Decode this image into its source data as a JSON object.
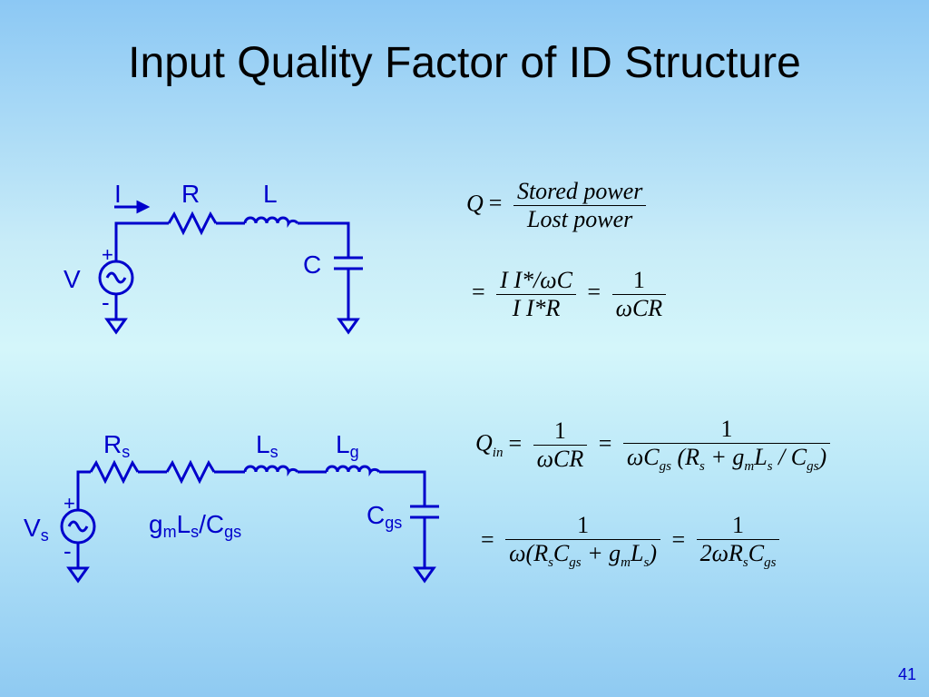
{
  "slide": {
    "title": "Input Quality Factor of ID Structure",
    "page_number": "41"
  },
  "circuit1": {
    "current_label": "I",
    "resistor_label": "R",
    "inductor_label": "L",
    "capacitor_label": "C",
    "source_label": "V",
    "plus": "+",
    "minus": "-"
  },
  "circuit2": {
    "rs_label": "R",
    "rs_sub": "s",
    "ls_label": "L",
    "ls_sub": "s",
    "lg_label": "L",
    "lg_sub": "g",
    "cgs_label": "C",
    "cgs_sub": "gs",
    "source_label": "V",
    "source_sub": "s",
    "gm_label": "g",
    "gm_sub": "m",
    "gm_mid": "L",
    "gm_mid_sub": "s",
    "gm_tail": "/C",
    "gm_tail_sub": "gs",
    "plus": "+",
    "minus": "-"
  },
  "equations": {
    "q": "Q",
    "stored": "Stored power",
    "lost": "Lost power",
    "eq2_num": "I I*/ωC",
    "eq2_den": "I I*R",
    "one": "1",
    "wcr": "ωCR",
    "qin": "Q",
    "qin_sub": "in",
    "eq4_den": "ωC",
    "eq4_den_sub": "gs",
    "eq4_den_rest": "(R",
    "eq4_den_rest2": "+ g",
    "eq4_den_rest3": "L",
    "eq4_den_rest4": "/ C",
    "eq4_den_close": ")",
    "eq5_den": "ω(R",
    "eq5_den_c": "C",
    "eq5_den_g": "+ g",
    "eq5_den_l": "L",
    "eq5_close": ")",
    "eq6_den": "2ωR",
    "eq6_den_c": "C",
    "sub_s": "s",
    "sub_gs": "gs",
    "sub_m": "m"
  }
}
